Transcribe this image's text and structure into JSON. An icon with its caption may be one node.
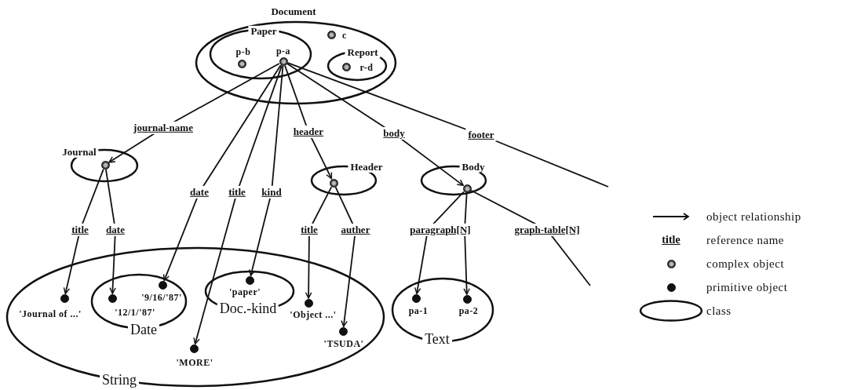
{
  "diagram": {
    "nodes": [
      {
        "text": [
          "Document"
        ]
      },
      {
        "text": [
          "Paper"
        ],
        "in": 0
      },
      {
        "text": [
          "p-b"
        ],
        "in": 1
      },
      {
        "text": [
          "p-a"
        ],
        "in": 1
      },
      {
        "text": [
          "c"
        ],
        "in": 0
      },
      {
        "text": [
          "Report"
        ],
        "in": 0
      },
      {
        "text": [
          "r-d"
        ],
        "in": 5
      },
      {
        "text": [
          "Journal"
        ]
      },
      {
        "text": [],
        "shape": "circle",
        "in": 7
      },
      {
        "text": [
          "Header"
        ]
      },
      {
        "text": [],
        "shape": "circle",
        "in": 9
      },
      {
        "text": [
          "Body"
        ]
      },
      {
        "text": [],
        "shape": "circle",
        "in": 11
      },
      {
        "text": [
          "String"
        ]
      },
      {
        "text": [
          "'Journal of ...'"
        ],
        "in": 13
      },
      {
        "text": [
          "Date"
        ],
        "in": 13
      },
      {
        "text": [
          "'9/16/'87'"
        ],
        "in": 15
      },
      {
        "text": [
          "'12/1/'87'"
        ],
        "in": 15
      },
      {
        "text": [
          "Doc.-kind"
        ],
        "in": 13
      },
      {
        "text": [
          "'paper'"
        ],
        "in": 18
      },
      {
        "text": [
          "'MORE'"
        ],
        "in": 13
      },
      {
        "text": [
          "'Object ...'"
        ],
        "in": 13
      },
      {
        "text": [
          "'TSUDA'"
        ],
        "in": 13
      },
      {
        "text": [
          "Text"
        ]
      },
      {
        "text": [
          "pa-1"
        ],
        "in": 23
      },
      {
        "text": [
          "pa-2"
        ],
        "in": 23
      }
    ],
    "edges": [
      {
        "from": 3,
        "to": 8,
        "arrow": "to",
        "label": "journal-name"
      },
      {
        "from": 3,
        "to": 16,
        "arrow": "to",
        "label": "date"
      },
      {
        "from": 3,
        "to": 20,
        "arrow": "to",
        "label": "title"
      },
      {
        "from": 3,
        "to": 19,
        "arrow": "to",
        "label": "kind"
      },
      {
        "from": 3,
        "to": 10,
        "arrow": "to",
        "label": "header"
      },
      {
        "from": 3,
        "to": 12,
        "arrow": "to",
        "label": "body"
      },
      {
        "from": 3,
        "to": null,
        "arrow": "none",
        "label": "footer"
      },
      {
        "from": 8,
        "to": 14,
        "arrow": "to",
        "label": "title"
      },
      {
        "from": 8,
        "to": 17,
        "arrow": "to",
        "label": "date"
      },
      {
        "from": 10,
        "to": 21,
        "arrow": "to",
        "label": "title"
      },
      {
        "from": 10,
        "to": 22,
        "arrow": "to",
        "label": "auther"
      },
      {
        "from": 12,
        "to": 24,
        "arrow": "to",
        "label": "paragraph[N]"
      },
      {
        "from": 12,
        "to": 25,
        "arrow": "to"
      },
      {
        "from": 12,
        "to": null,
        "arrow": "none",
        "label": "graph-table[N]"
      }
    ],
    "labels": [
      "title"
    ],
    "legend": [
      {
        "text": "object relationship"
      },
      {
        "text": "reference name"
      },
      {
        "text": "complex object"
      },
      {
        "text": "primitive object"
      },
      {
        "text": "class"
      }
    ]
  }
}
